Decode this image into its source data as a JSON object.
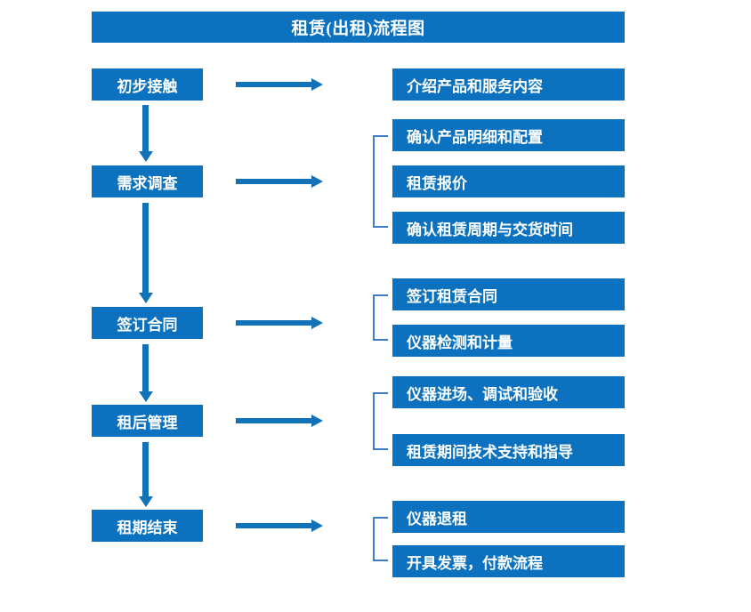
{
  "diagram": {
    "title": "租赁(出租)流程图",
    "colors": {
      "box_fill": "#0c72bf",
      "box_text": "#ffffff",
      "arrow": "#1272b8",
      "bracket": "#3d7cc9",
      "background": "#ffffff"
    },
    "stages": [
      {
        "label": "初步接触"
      },
      {
        "label": "需求调查"
      },
      {
        "label": "签订合同"
      },
      {
        "label": "租后管理"
      },
      {
        "label": "租期结束"
      }
    ],
    "details": [
      {
        "label": "介绍产品和服务内容"
      },
      {
        "label": "确认产品明细和配置"
      },
      {
        "label": "租赁报价"
      },
      {
        "label": "确认租赁周期与交货时间"
      },
      {
        "label": "签订租赁合同"
      },
      {
        "label": "仪器检测和计量"
      },
      {
        "label": "仪器进场、调试和验收"
      },
      {
        "label": "租赁期间技术支持和指导"
      },
      {
        "label": "仪器退租"
      },
      {
        "label": "开具发票，付款流程"
      }
    ]
  }
}
